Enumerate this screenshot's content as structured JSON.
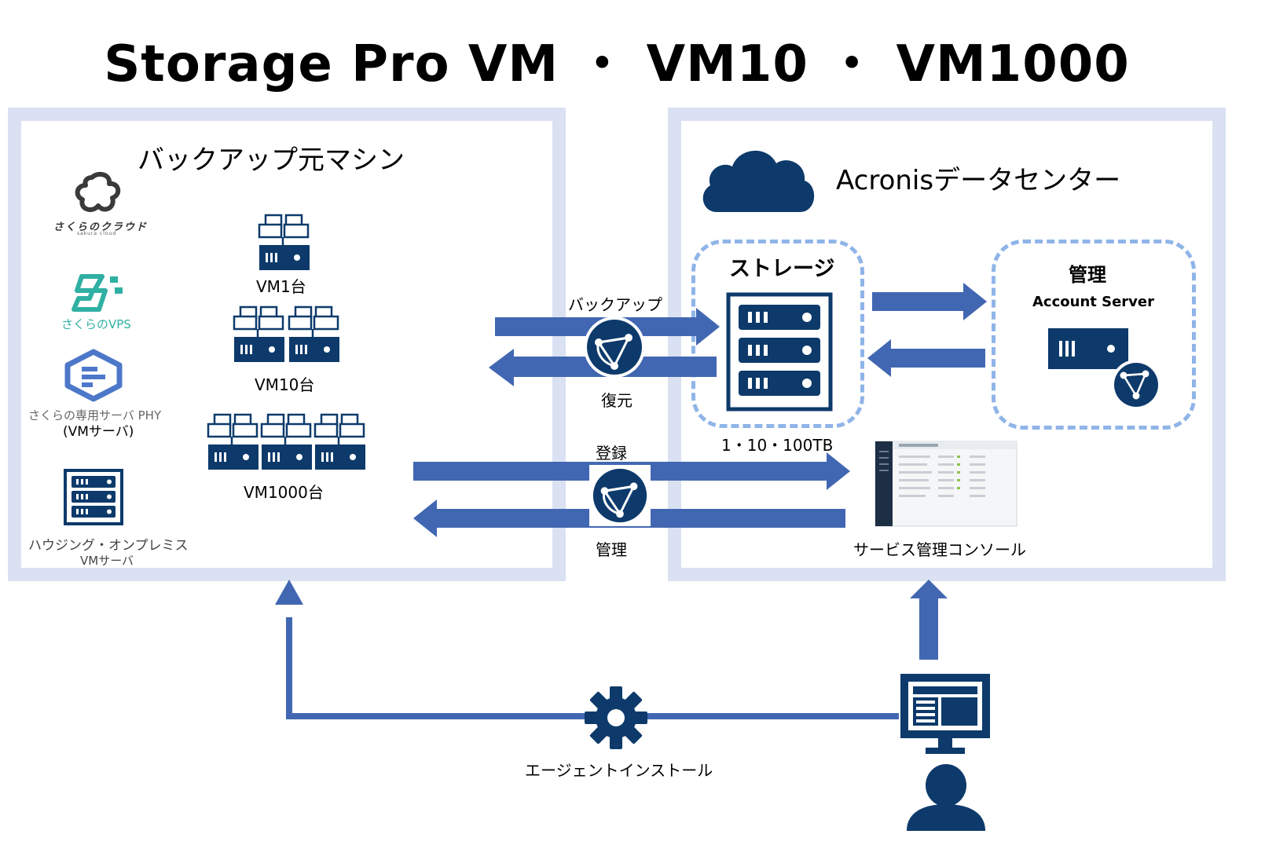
{
  "title": "Storage Pro VM ・ VM10 ・ VM1000",
  "left_panel": {
    "title": "バックアップ元マシン",
    "services": {
      "sakura_cloud": "さくらのクラウド",
      "sakura_cloud_sub": "sakura cloud",
      "vps": "さくらのVPS",
      "dedicated_1": "さくらの専用サーバ PHY",
      "dedicated_2": "(VMサーバ)",
      "housing_1": "ハウジング・オンプレミス",
      "housing_2": "VMサーバ"
    },
    "vm_groups": {
      "vm1": "VM1台",
      "vm10": "VM10台",
      "vm1000": "VM1000台"
    }
  },
  "right_panel": {
    "title": "Acronisデータセンター",
    "storage_title": "ストレージ",
    "storage_caption": "1・10・100TB",
    "manage_title": "管理",
    "manage_sub": "Account Server",
    "console_label": "サービス管理コンソール"
  },
  "flows": {
    "backup": "バックアップ",
    "restore": "復元",
    "register": "登録",
    "manage": "管理",
    "agent_install": "エージェントインストール"
  },
  "colors": {
    "navy": "#0d3a6b",
    "arrow_blue": "#4267b2",
    "panel_border": "#dae1f2",
    "dash_border": "#8fb4e8",
    "vps_teal": "#2fb0a3"
  }
}
